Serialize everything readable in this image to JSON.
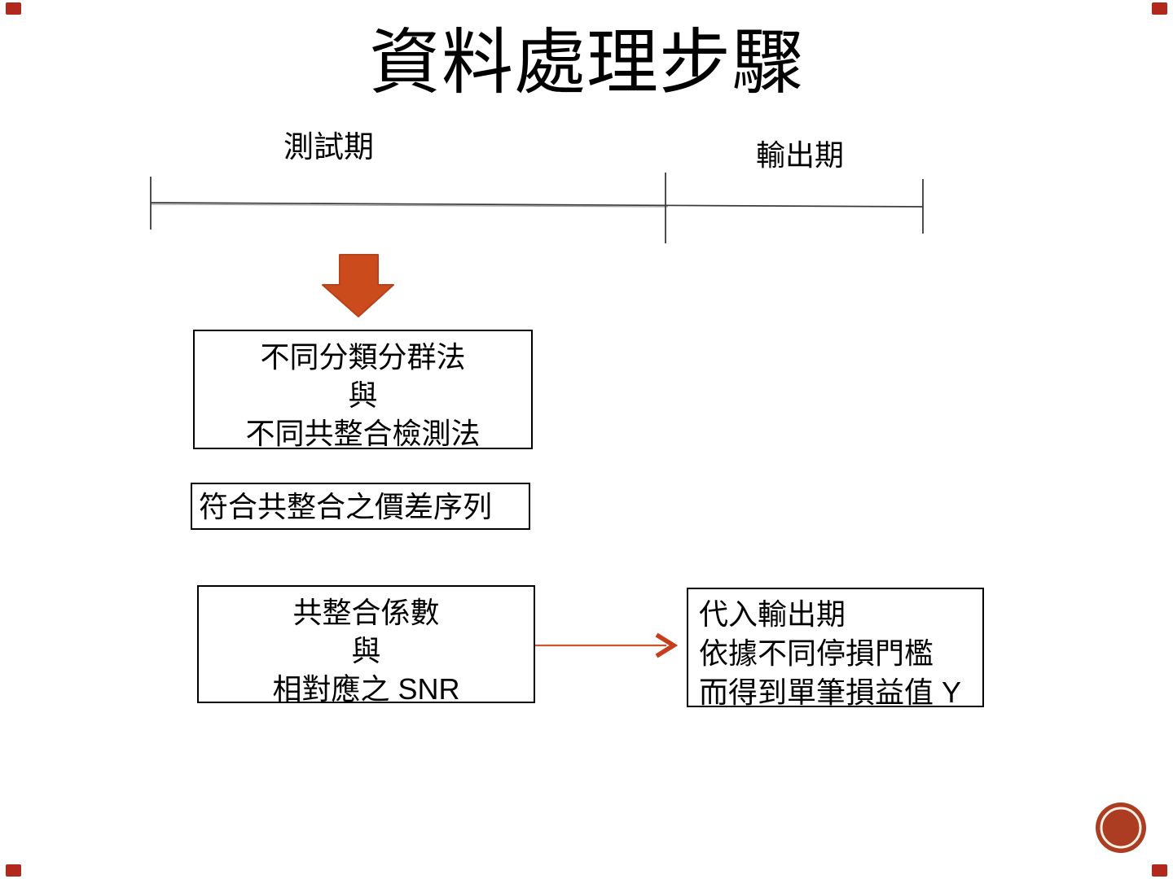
{
  "slide_title": "資料處理步驟",
  "timeline": {
    "test_period_label": "測試期",
    "output_period_label": "輸出期"
  },
  "flow": {
    "classification_box": {
      "line1": "不同分類分群法",
      "line2": "與",
      "line3": "不同共整合檢測法"
    },
    "spread_box": {
      "line1": "符合共整合之價差序列"
    },
    "coefficient_box": {
      "line1": "共整合係數",
      "line2": "與",
      "line3": "相對應之 SNR"
    },
    "output_box": {
      "line1": "代入輸出期",
      "line2": "依據不同停損門檻",
      "line3": "而得到單筆損益值 Y"
    }
  },
  "icons": {
    "down_arrow": "down-arrow-icon",
    "flow_connector": "right-arrow-icon",
    "badge": "stamp-badge-icon",
    "corner_marks": "corner-mark"
  },
  "colors": {
    "arrow_fill": "#CC4B1C",
    "arrow_edge": "#B5431E",
    "connector_stroke": "#C9552B",
    "chevron_stroke": "#C63E1C",
    "badge_fill": "#AC3D22",
    "badge_ring": "#F8F1E4",
    "corner_mark": "#B1291C",
    "timeline_stroke": "#3A3A3A",
    "timeline_stroke_light": "#9A9A9A",
    "box_border": "#000000",
    "text_color": "#000000"
  }
}
